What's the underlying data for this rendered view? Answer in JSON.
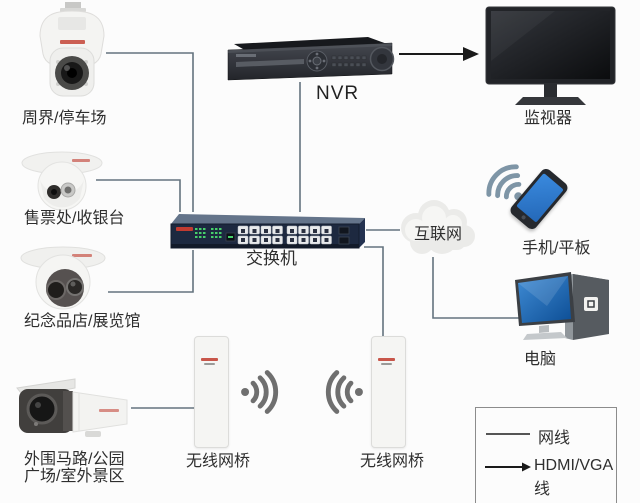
{
  "diagram": {
    "title": "video-surveillance-network-topology",
    "accent_colors": {
      "wire": "#64737e",
      "hdmi_arrow": "#1a1a1a",
      "switch_body": "#1d2940",
      "brand_red": "#c0392b",
      "phone_screen": "#2e7cd0",
      "pc_screen": "#1f6ec0"
    },
    "nodes": {
      "ptz_camera": {
        "label": "周界/停车场"
      },
      "nvr": {
        "label": "NVR"
      },
      "monitor": {
        "label": "监视器"
      },
      "ticket_camera": {
        "label": "售票处/收银台"
      },
      "switch": {
        "label": "交换机"
      },
      "shop_camera": {
        "label": "纪念品店/展览馆"
      },
      "internet_cloud": {
        "label": "互联网"
      },
      "phone": {
        "label": "手机/平板"
      },
      "computer": {
        "label": "电脑"
      },
      "outdoor_camera": {
        "label_line1": "外围马路/公园",
        "label_line2": "广场/室外景区"
      },
      "wireless_bridge_left": {
        "label": "无线网桥"
      },
      "wireless_bridge_right": {
        "label": "无线网桥"
      }
    },
    "legend": {
      "items": [
        {
          "type": "line",
          "label": "网线"
        },
        {
          "type": "arrow",
          "label": "HDMI/VGA线"
        }
      ]
    }
  }
}
